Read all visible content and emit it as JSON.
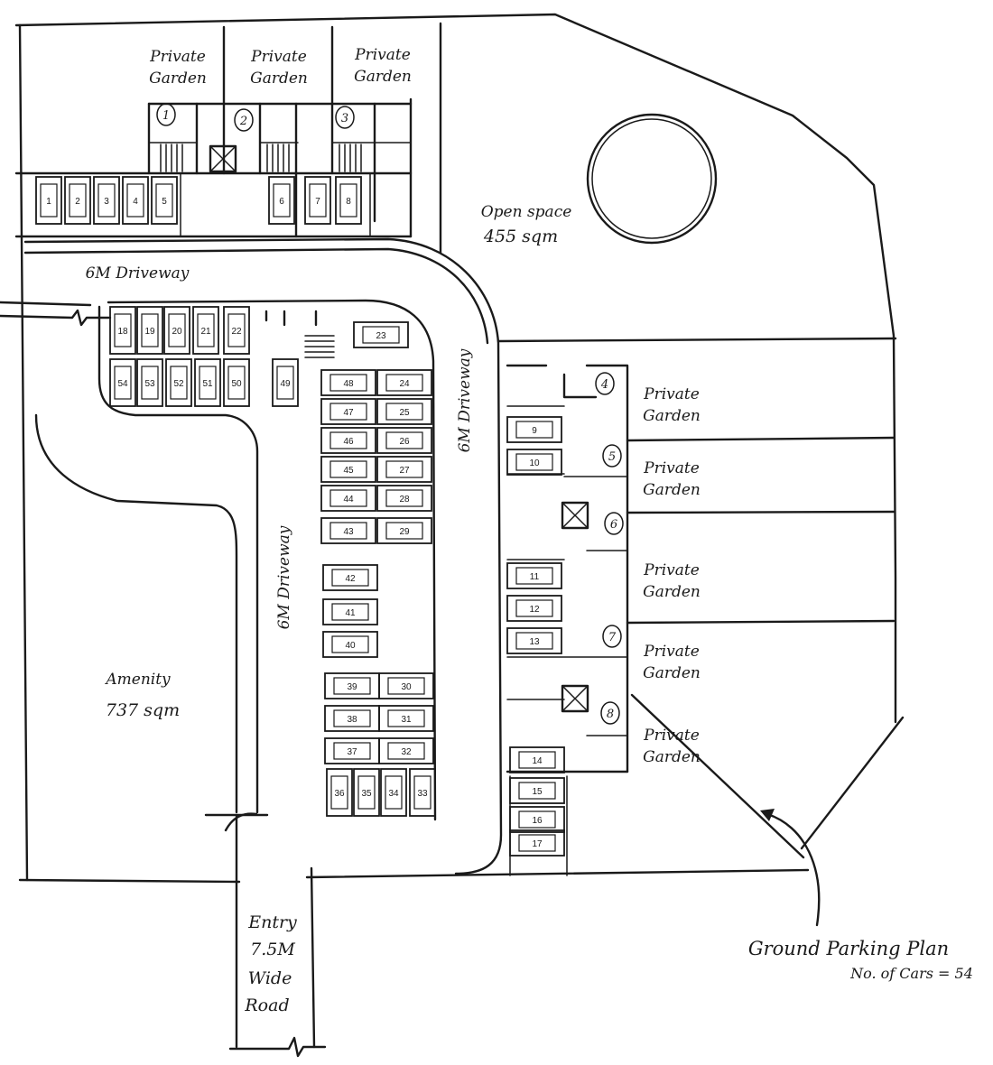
{
  "title": "Ground Parking Plan",
  "subtitle": "No. of Cars = 54",
  "labels": {
    "private_garden_line1": "Private",
    "private_garden_line2": "Garden",
    "open_space_line1": "Open space",
    "open_space_line2": "455 sqm",
    "amenity_line1": "Amenity",
    "amenity_line2": "737 sqm",
    "driveway_top": "6M Driveway",
    "driveway_center": "6M Driveway",
    "driveway_right": "6M Driveway",
    "entry_line1": "Entry",
    "entry_line2": "7.5M",
    "entry_line3": "Wide",
    "entry_line4": "Road"
  },
  "units": [
    "1",
    "2",
    "3",
    "4",
    "5",
    "6",
    "7",
    "8"
  ],
  "parking": [
    "1",
    "2",
    "3",
    "4",
    "5",
    "6",
    "7",
    "8",
    "9",
    "10",
    "11",
    "12",
    "13",
    "14",
    "15",
    "16",
    "17",
    "18",
    "19",
    "20",
    "21",
    "22",
    "23",
    "24",
    "25",
    "26",
    "27",
    "28",
    "29",
    "30",
    "31",
    "32",
    "33",
    "34",
    "35",
    "36",
    "37",
    "38",
    "39",
    "40",
    "41",
    "42",
    "43",
    "44",
    "45",
    "46",
    "47",
    "48",
    "49",
    "50",
    "51",
    "52",
    "53",
    "54"
  ]
}
